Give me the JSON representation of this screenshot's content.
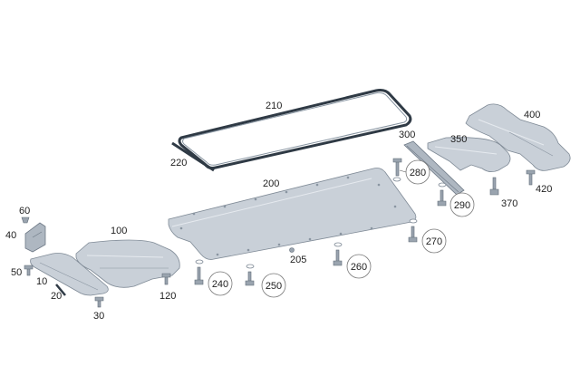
{
  "labels": {
    "p210": "210",
    "p220": "220",
    "p200": "200",
    "p205": "205",
    "p300": "300",
    "p350": "350",
    "p400": "400",
    "p370": "370",
    "p420": "420",
    "p280": "280",
    "p290": "290",
    "p270": "270",
    "p260": "260",
    "p250": "250",
    "p240": "240",
    "p120": "120",
    "p100": "100",
    "p60": "60",
    "p40": "40",
    "p50": "50",
    "p10": "10",
    "p20": "20",
    "p30": "30"
  },
  "colors": {
    "part_fill": "#c9d0d8",
    "seal": "#2f3a45"
  }
}
